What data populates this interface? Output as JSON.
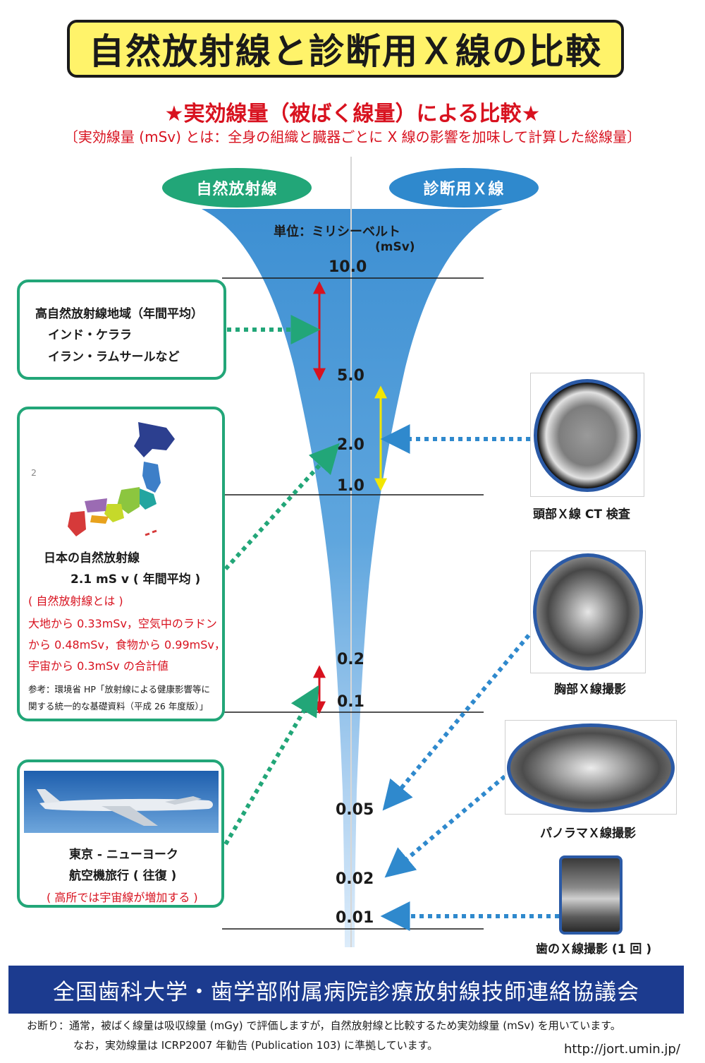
{
  "title": "自然放射線と診断用Ｘ線の比較",
  "subtitle": "★実効線量（被ばく線量）による比較★",
  "definition": "〔実効線量 (mSv) とは：全身の組織と臓器ごとに X 線の影響を加味して計算した総線量〕",
  "columns": {
    "natural": "自然放射線",
    "xray": "診断用Ｘ線"
  },
  "unit": {
    "line1": "単位：ミリシーベルト",
    "line2": "(mSv)"
  },
  "scale_labels": [
    "10.0",
    "5.0",
    "2.0",
    "1.0",
    "0.2",
    "0.1",
    "0.05",
    "0.02",
    "0.01"
  ],
  "natural_sources": {
    "high_region": {
      "line1": "高自然放射線地域（年間平均）",
      "line2": "インド・ケララ",
      "line3": "イラン・ラムサールなど"
    },
    "japan": {
      "map_mark": "2",
      "line1": "日本の自然放射線",
      "line2": "2.1 mS v ( 年間平均 )",
      "red1": "( 自然放射線とは )",
      "red2": "大地から 0.33mSv，空気中のラドン",
      "red3": "から 0.48mSv，食物から 0.99mSv，",
      "red4": "宇宙から 0.3mSv の合計値",
      "ref1": "参考：環境省 HP「放射線による健康影響等に",
      "ref2": "関する統一的な基礎資料（平成 26 年度版）」"
    },
    "flight": {
      "line1": "東京 - ニューヨーク",
      "line2": "航空機旅行 ( 往復 )",
      "red": "( 高所では宇宙線が増加する )"
    }
  },
  "xray_exams": {
    "head_ct": "頭部Ｘ線 CT 検査",
    "chest": "胸部Ｘ線撮影",
    "panorama": "パノラマＸ線撮影",
    "dental": "歯のＸ線撮影 (1 回 )"
  },
  "footer": {
    "organization": "全国歯科大学・歯学部附属病院診療放射線技師連絡協議会",
    "note1": "お断り：通常，被ばく線量は吸収線量 (mGy) で評価しますが，自然放射線と比較するため実効線量 (mSv) を用いています。",
    "note2": "なお，実効線量は ICRP2007 年勧告 (Publication 103) に準拠しています。",
    "url": "http://jort.umin.jp/"
  },
  "colors": {
    "title_bg": "#fff36a",
    "accent_red": "#d8121f",
    "natural_green": "#22a678",
    "xray_blue": "#2f89cd",
    "footer_navy": "#1c3b8f"
  }
}
